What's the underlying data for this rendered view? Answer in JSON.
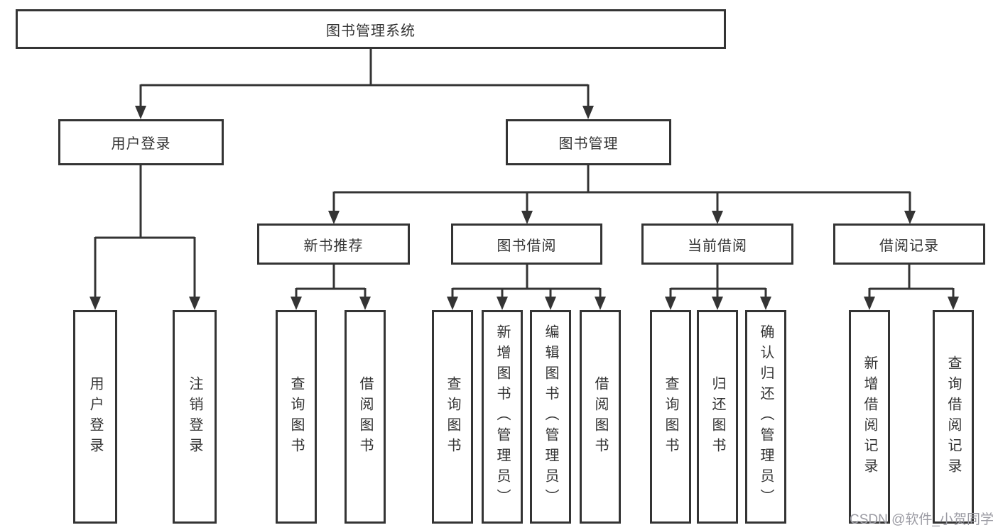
{
  "diagram": {
    "root": {
      "label": "图书管理系统"
    },
    "level2": [
      {
        "label": "用户登录"
      },
      {
        "label": "图书管理"
      }
    ],
    "level3": [
      {
        "label": "新书推荐"
      },
      {
        "label": "图书借阅"
      },
      {
        "label": "当前借阅"
      },
      {
        "label": "借阅记录"
      }
    ],
    "leaves": {
      "user_login": [
        "用户登录",
        "注销登录"
      ],
      "new_book_recommend": [
        "查询图书",
        "借阅图书"
      ],
      "book_borrow": [
        "查询图书",
        "新增图书（管理员）",
        "编辑图书（管理员）",
        "借阅图书"
      ],
      "current_borrow": [
        "查询图书",
        "归还图书",
        "确认归还（管理员）"
      ],
      "borrow_records": [
        "新增借阅记录",
        "查询借阅记录"
      ]
    }
  },
  "watermark": {
    "text": "CSDN @软件_小贺同学"
  },
  "colors": {
    "line": "#343434",
    "text": "#333333",
    "background": "#ffffff",
    "watermark": "#9b9ba3"
  }
}
